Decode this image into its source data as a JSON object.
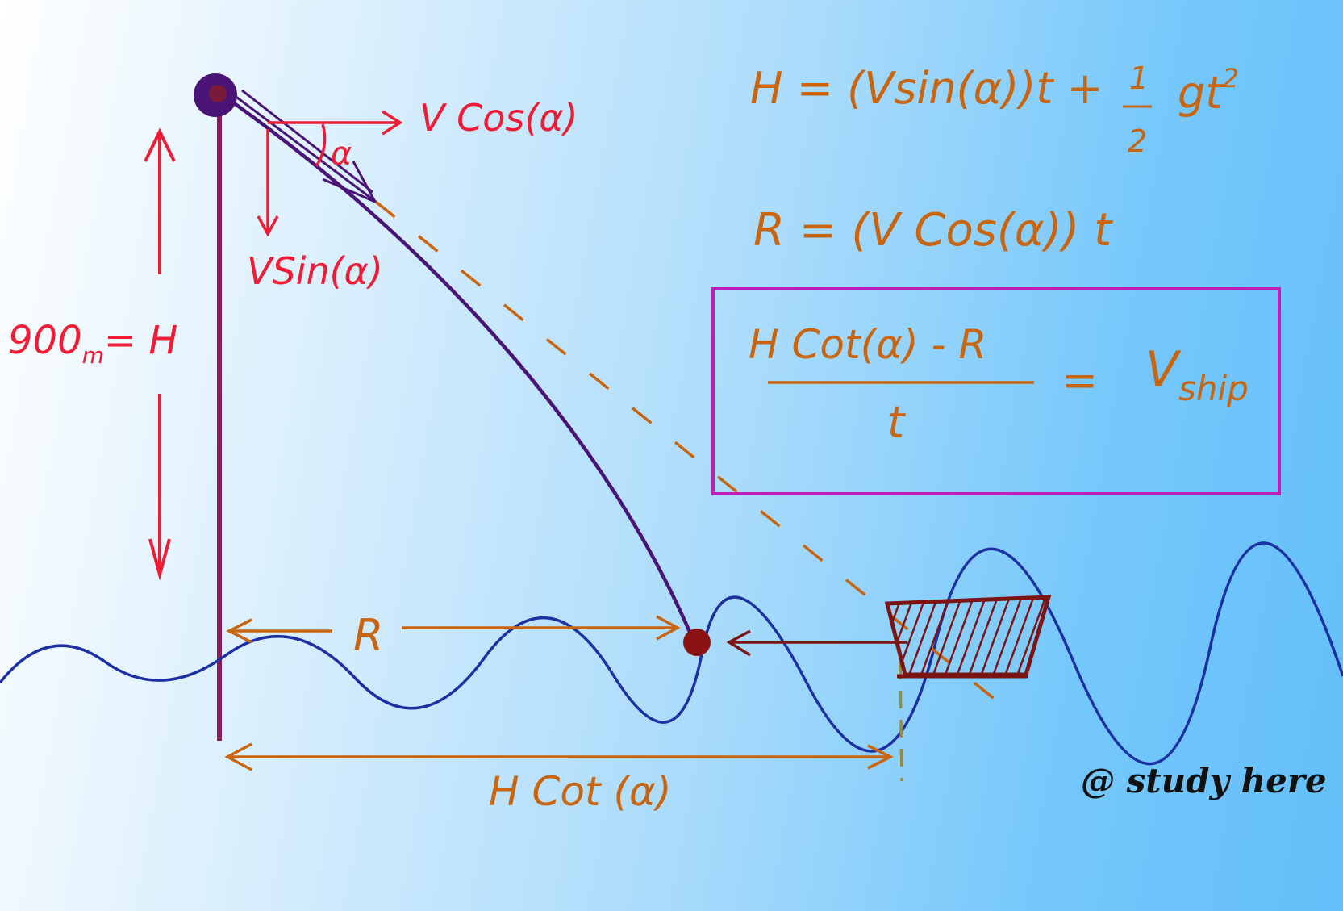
{
  "labels": {
    "vcos": "V Cos(α)",
    "alpha": "α",
    "vsin": "VSin(α)",
    "height_value": "900",
    "height_unit": "m",
    "height_eq": "= H",
    "range_r": "R",
    "hcot": "H Cot (α)"
  },
  "equations": {
    "eq1_lhs": "H = (Vsin(α))t +",
    "eq1_frac_num": "1",
    "eq1_frac_den": "2",
    "eq1_rest": "gt",
    "eq1_exp": "2",
    "eq2": "R = (V Cos(α)) t"
  },
  "boxed": {
    "numerator": "H Cot(α) - R",
    "denominator": "t",
    "equals": "=",
    "v": "V",
    "v_sub": "ship"
  },
  "watermark": "@ study here",
  "colors": {
    "red": "#f01b35",
    "orange": "#c9650f",
    "purple": "#4a1477",
    "wave": "#1c2fa3",
    "ship": "#7c1414",
    "box": "#c01cb8"
  }
}
